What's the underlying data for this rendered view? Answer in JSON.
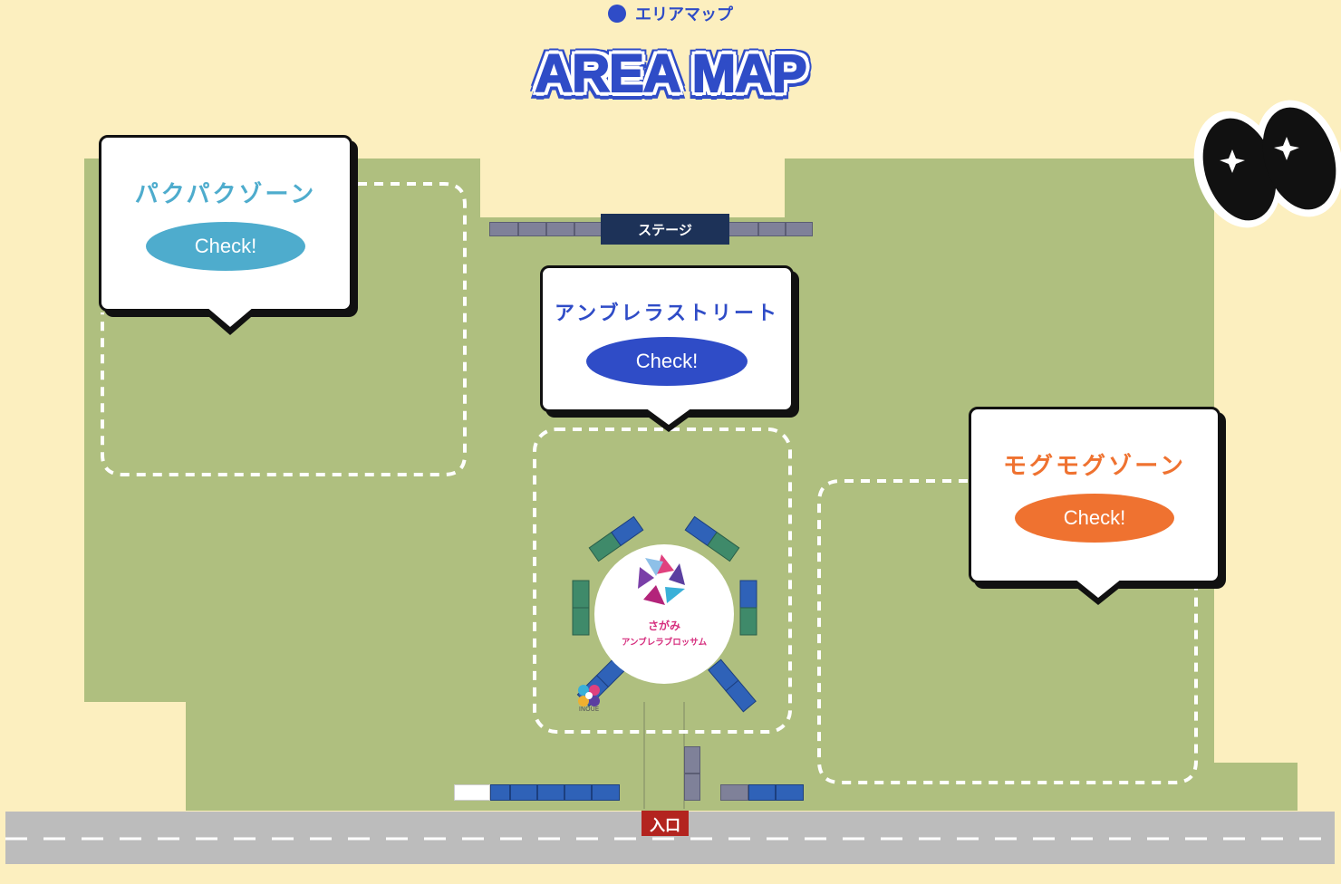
{
  "header": {
    "kicker": "エリアマップ",
    "title": "AREA MAP"
  },
  "map": {
    "stage_label": "ステージ",
    "entrance_label": "入口",
    "center_logo_line1": "さがみ",
    "center_logo_line2": "アンブレラブロッサム",
    "sponsor_label": "INOUE"
  },
  "zones": [
    {
      "title": "パクパクゾーン",
      "check_label": "Check!",
      "color": "#4eaccd"
    },
    {
      "title": "アンブレラストリート",
      "check_label": "Check!",
      "color": "#2f4cc7"
    },
    {
      "title": "モグモグゾーン",
      "check_label": "Check!",
      "color": "#ef7230"
    }
  ],
  "colors": {
    "background": "#fcefbf",
    "grass": "#afbf7f",
    "road": "#bcbcbc",
    "accent_blue": "#2f4cc7",
    "entrance_red": "#b3241f"
  },
  "icons": [
    "eyes-icon",
    "flower-logo-icon",
    "sponsor-logo-icon"
  ]
}
